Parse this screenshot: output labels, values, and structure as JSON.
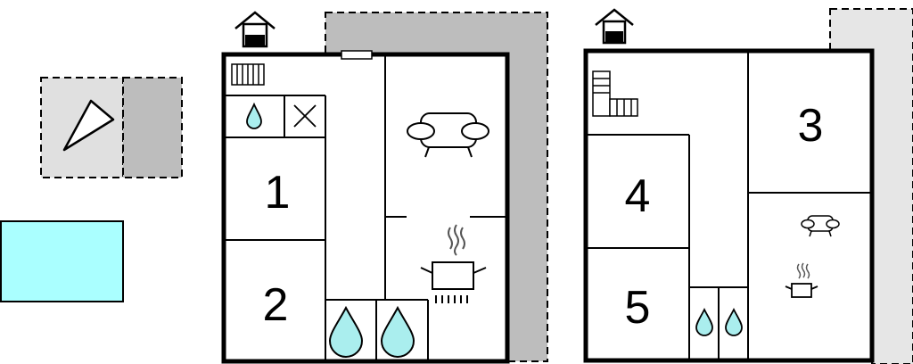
{
  "floors": [
    {
      "name": "ground-floor",
      "rooms": [
        {
          "id": "room-1",
          "label": "1"
        },
        {
          "id": "room-2",
          "label": "2"
        }
      ],
      "icons": [
        "house-icon",
        "radiator-icon",
        "sink-icon",
        "closet-x-icon",
        "sofa-icon",
        "stove-icon",
        "shower-icon",
        "toilet-icon",
        "door-icon"
      ]
    },
    {
      "name": "upper-floor",
      "rooms": [
        {
          "id": "room-3",
          "label": "3"
        },
        {
          "id": "room-4",
          "label": "4"
        },
        {
          "id": "room-5",
          "label": "5"
        }
      ],
      "icons": [
        "house-icon",
        "stairs-icon",
        "sofa-icon",
        "stove-icon",
        "shower-icon",
        "toilet-icon"
      ]
    }
  ],
  "outdoor": {
    "icons": [
      "garden-area",
      "pool-area",
      "compass-icon",
      "terrace-area"
    ]
  },
  "colors": {
    "wall": "#000000",
    "terrace": "#bdbdbd",
    "terrace_light": "#e6e6e6",
    "pool": "#aaffff",
    "water": "#aaeeee",
    "garden": "#e0e0e0"
  }
}
